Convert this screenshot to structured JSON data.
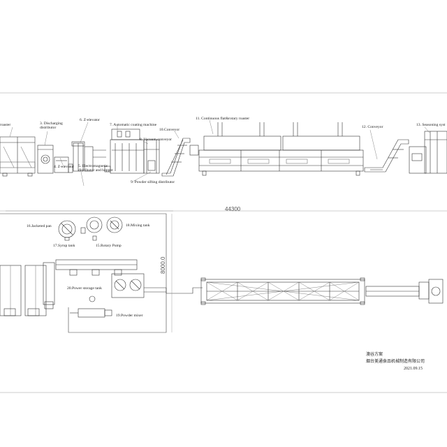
{
  "labels": {
    "roaster_partial": "roaster",
    "discharging_distributor": "3. Discharging\ndistributor",
    "z_elevator_6": "6. Z-elevator",
    "automatic_coating_machine": "7. Automatic coating machine",
    "vacuum_conveyor": "8. Vacuum conveyor",
    "conveyor_10": "10.Conveyor",
    "continuous_roaster": "11. Continuous flat&rotary roaster",
    "conveyor_12": "12. Conveyor",
    "seasoning_partial": "13. Seasoning syst",
    "z_elevator_4": "4. Z-elevator",
    "electromagnetic_distributor": "5. Electromagnetic\ndistributor and hopper",
    "powder_sifting_distributor": "9. Powder sifting distributor",
    "jacketed_pan": "16.Jacketed pan",
    "mixing_tank": "18.Mixing tank",
    "syrup_tank": "17.Syrup tank",
    "rotary_pump": "15.Rotary Pump",
    "power_storage_tank": "20.Power storage tank",
    "powder_mixer": "19.Powder mixer"
  },
  "dimensions": {
    "total_length": "44300",
    "width": "8000.0"
  },
  "title_block": {
    "line1": "澳谷方案",
    "line2": "烟台美通食品机械制造有限公司",
    "date": "2021.09.15"
  }
}
